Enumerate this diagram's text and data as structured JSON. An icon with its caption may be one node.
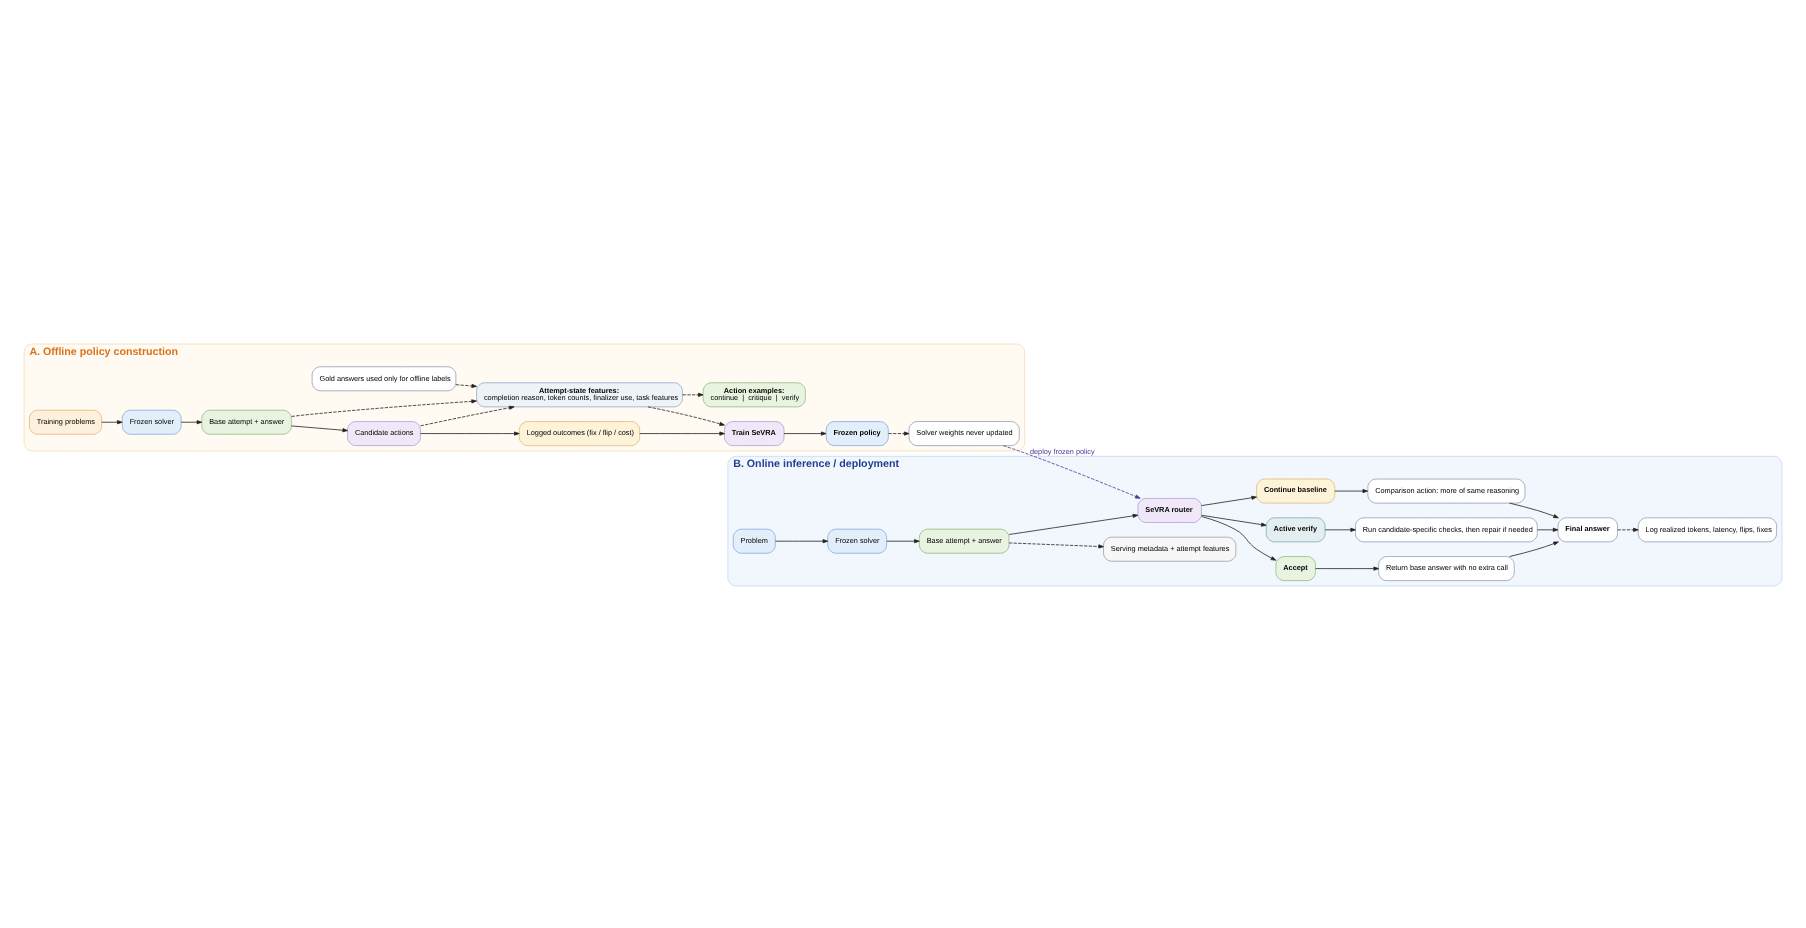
{
  "diagram": {
    "nodes": [
      {
        "text": [
          "A. Offline policy construction"
        ]
      },
      {
        "text": [
          "Training problems"
        ],
        "in": 0
      },
      {
        "text": [
          "Frozen solver"
        ],
        "in": 0
      },
      {
        "text": [
          "Base attempt + answer"
        ],
        "in": 0
      },
      {
        "text": [
          "Candidate actions"
        ],
        "in": 0
      },
      {
        "text": [
          "Logged outcomes (fix / flip / cost)"
        ],
        "in": 0
      },
      {
        "text": [
          "Train SeVRA"
        ],
        "in": 0
      },
      {
        "text": [
          "Frozen policy"
        ],
        "in": 0
      },
      {
        "text": [
          "Gold answers used only for offline labels"
        ],
        "in": 0
      },
      {
        "text": [
          "Attempt-state features:",
          "completion reason, token counts, finalizer use, task features"
        ],
        "in": 0
      },
      {
        "text": [
          "Action examples:",
          "continue  |  critique  |  verify"
        ],
        "in": 0
      },
      {
        "text": [
          "Solver weights never updated"
        ],
        "in": 0
      },
      {
        "text": [
          "B. Online inference / deployment"
        ]
      },
      {
        "text": [
          "Problem"
        ],
        "in": 12
      },
      {
        "text": [
          "Frozen solver"
        ],
        "in": 12
      },
      {
        "text": [
          "Base attempt + answer"
        ],
        "in": 12
      },
      {
        "text": [
          "Serving metadata + attempt features"
        ],
        "in": 12
      },
      {
        "text": [
          "SeVRA router"
        ],
        "in": 12
      },
      {
        "text": [
          "Accept"
        ],
        "in": 12
      },
      {
        "text": [
          "Active verify"
        ],
        "in": 12
      },
      {
        "text": [
          "Continue baseline"
        ],
        "in": 12
      },
      {
        "text": [
          "Return base answer with no extra call"
        ],
        "in": 12
      },
      {
        "text": [
          "Run candidate-specific checks, then repair if needed"
        ],
        "in": 12
      },
      {
        "text": [
          "Comparison action: more of same reasoning"
        ],
        "in": 12
      },
      {
        "text": [
          "Final answer"
        ],
        "in": 12
      },
      {
        "text": [
          "Log realized tokens, latency, flips, fixes"
        ],
        "in": 12
      }
    ],
    "edges": [
      {
        "from": 1,
        "to": 2,
        "arrow": "to"
      },
      {
        "from": 2,
        "to": 3,
        "arrow": "to"
      },
      {
        "from": 3,
        "to": 4,
        "arrow": "to"
      },
      {
        "from": 4,
        "to": 5,
        "arrow": "to"
      },
      {
        "from": 5,
        "to": 6,
        "arrow": "to"
      },
      {
        "from": 6,
        "to": 7,
        "arrow": "to"
      },
      {
        "from": 3,
        "to": 9,
        "arrow": "to",
        "style": "dashed"
      },
      {
        "from": 4,
        "to": 9,
        "arrow": "to",
        "style": "dashed"
      },
      {
        "from": 8,
        "to": 9,
        "arrow": "to",
        "style": "dashed"
      },
      {
        "from": 9,
        "to": 6,
        "arrow": "to",
        "style": "dashed"
      },
      {
        "from": 9,
        "to": 10,
        "arrow": "to",
        "style": "dashed"
      },
      {
        "from": 7,
        "to": 11,
        "arrow": "to",
        "style": "dashed"
      },
      {
        "from": 11,
        "to": 17,
        "arrow": "to",
        "label": "deploy frozen policy",
        "style": "dashed",
        "color": "#4b3a9c"
      },
      {
        "from": 13,
        "to": 14,
        "arrow": "to"
      },
      {
        "from": 14,
        "to": 15,
        "arrow": "to"
      },
      {
        "from": 15,
        "to": 17,
        "arrow": "to"
      },
      {
        "from": 15,
        "to": 16,
        "arrow": "to",
        "style": "dashed"
      },
      {
        "from": 17,
        "to": 18,
        "arrow": "to"
      },
      {
        "from": 17,
        "to": 19,
        "arrow": "to"
      },
      {
        "from": 17,
        "to": 20,
        "arrow": "to"
      },
      {
        "from": 18,
        "to": 21,
        "arrow": "to"
      },
      {
        "from": 19,
        "to": 22,
        "arrow": "to"
      },
      {
        "from": 20,
        "to": 23,
        "arrow": "to"
      },
      {
        "from": 21,
        "to": 24,
        "arrow": "to"
      },
      {
        "from": 22,
        "to": 24,
        "arrow": "to"
      },
      {
        "from": 23,
        "to": 24,
        "arrow": "to"
      },
      {
        "from": 24,
        "to": 25,
        "arrow": "to",
        "style": "dashed"
      }
    ]
  }
}
